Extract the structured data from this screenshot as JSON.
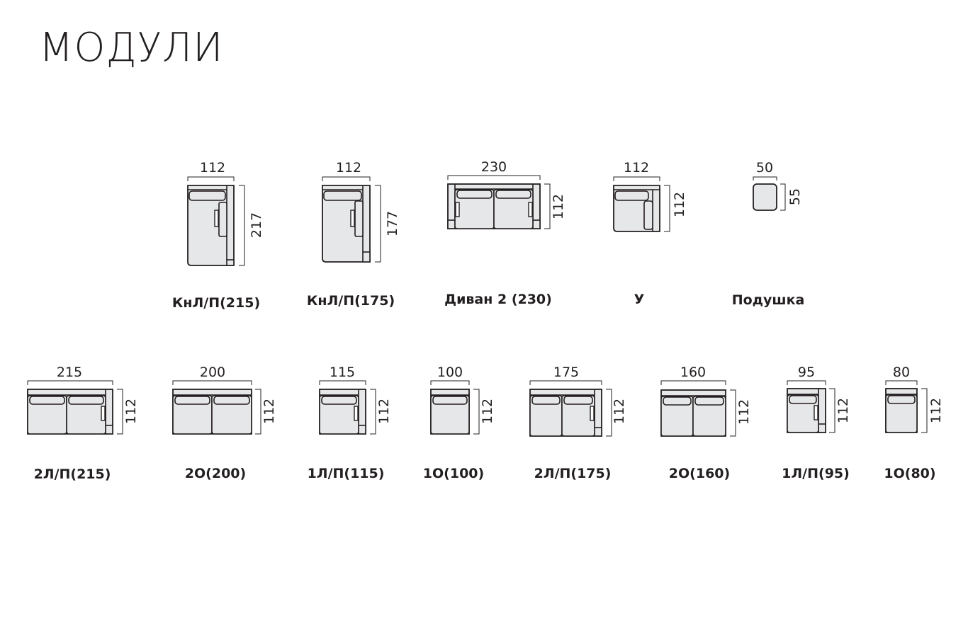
{
  "title": "МОДУЛИ",
  "modules": [
    {
      "id": "knlp215",
      "label": "КнЛ/П(215)",
      "width": "112",
      "depth": "217"
    },
    {
      "id": "knlp175",
      "label": "КнЛ/П(175)",
      "width": "112",
      "depth": "177"
    },
    {
      "id": "divan2",
      "label": "Диван 2 (230)",
      "width": "230",
      "depth": "112"
    },
    {
      "id": "u",
      "label": "У",
      "width": "112",
      "depth": "112"
    },
    {
      "id": "pillow",
      "label": "Подушка",
      "width": "50",
      "depth": "55"
    },
    {
      "id": "2lp215",
      "label": "2Л/П(215)",
      "width": "215",
      "depth": "112"
    },
    {
      "id": "2o200",
      "label": "2О(200)",
      "width": "200",
      "depth": "112"
    },
    {
      "id": "1lp115",
      "label": "1Л/П(115)",
      "width": "115",
      "depth": "112"
    },
    {
      "id": "1o100",
      "label": "1О(100)",
      "width": "100",
      "depth": "112"
    },
    {
      "id": "2lp175",
      "label": "2Л/П(175)",
      "width": "175",
      "depth": "112"
    },
    {
      "id": "2o160",
      "label": "2О(160)",
      "width": "160",
      "depth": "112"
    },
    {
      "id": "1lp95",
      "label": "1Л/П(95)",
      "width": "95",
      "depth": "112"
    },
    {
      "id": "1o80",
      "label": "1О(80)",
      "width": "80",
      "depth": "112"
    }
  ]
}
